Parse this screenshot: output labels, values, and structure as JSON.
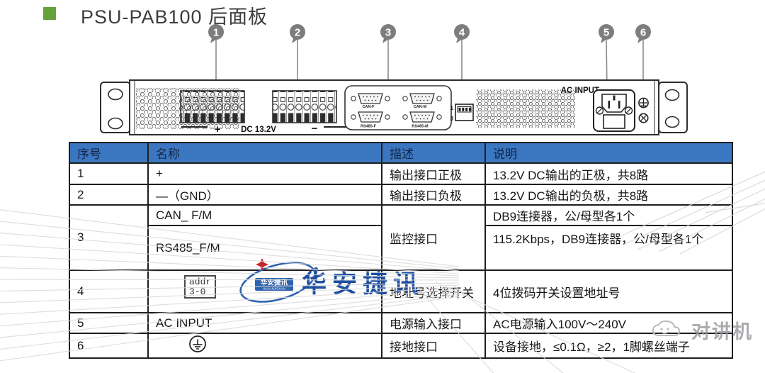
{
  "title": {
    "text": "PSU-PAB100 后面板"
  },
  "colors": {
    "accent_green": "#66a23c",
    "table_header_bg": "#3b77c1",
    "table_header_text": "#142340",
    "callout_gray": "#7d7d7d",
    "watermark_blue": "#1d4ea0",
    "watermark_gray": "#dadada"
  },
  "diagram": {
    "callouts": [
      "1",
      "2",
      "3",
      "4",
      "5",
      "6"
    ],
    "labels": {
      "plus": "+",
      "minus": "−",
      "dc": "DC 13.2V",
      "ac_input": "AC INPUT",
      "dip_top": "1",
      "dip_bottom": "3",
      "db9_labels": [
        "CAN-F",
        "CAN-M",
        "RS485-F",
        "RS485-M"
      ]
    }
  },
  "table": {
    "headers": [
      "序号",
      "名称",
      "描述",
      "说明"
    ],
    "rows": [
      {
        "no": "1",
        "name": "+",
        "desc": "输出接口正极",
        "note": "13.2V DC输出的正极，共8路"
      },
      {
        "no": "2",
        "name": "—（GND）",
        "desc": "输出接口负极",
        "note": "13.2V DC输出的负极，共8路"
      },
      {
        "no": "3",
        "name_a": "CAN_ F/M",
        "name_b": "RS485_F/M",
        "desc": "监控接口",
        "note_a": "DB9连接器，公/母型各1个",
        "note_b": "115.2Kbps，DB9连接器，公/母型各1个"
      },
      {
        "no": "4",
        "addr1": "addr",
        "addr2": "3-0",
        "desc": "地址号选择开关",
        "note": "4位拨码开关设置地址号"
      },
      {
        "no": "5",
        "name": "AC INPUT",
        "desc": "电源输入接口",
        "note": "AC电源输入100V～240V"
      },
      {
        "no": "6",
        "desc": "接地接口",
        "note": "设备接地，≤0.1Ω，≥2，1脚螺丝端子"
      }
    ]
  },
  "watermarks": {
    "center_logo": {
      "text": "华安捷讯",
      "badge_text": "华安捷讯",
      "badge_sub": "HUAANJIEXUN"
    },
    "bottom_right": {
      "text": "对讲机"
    }
  }
}
